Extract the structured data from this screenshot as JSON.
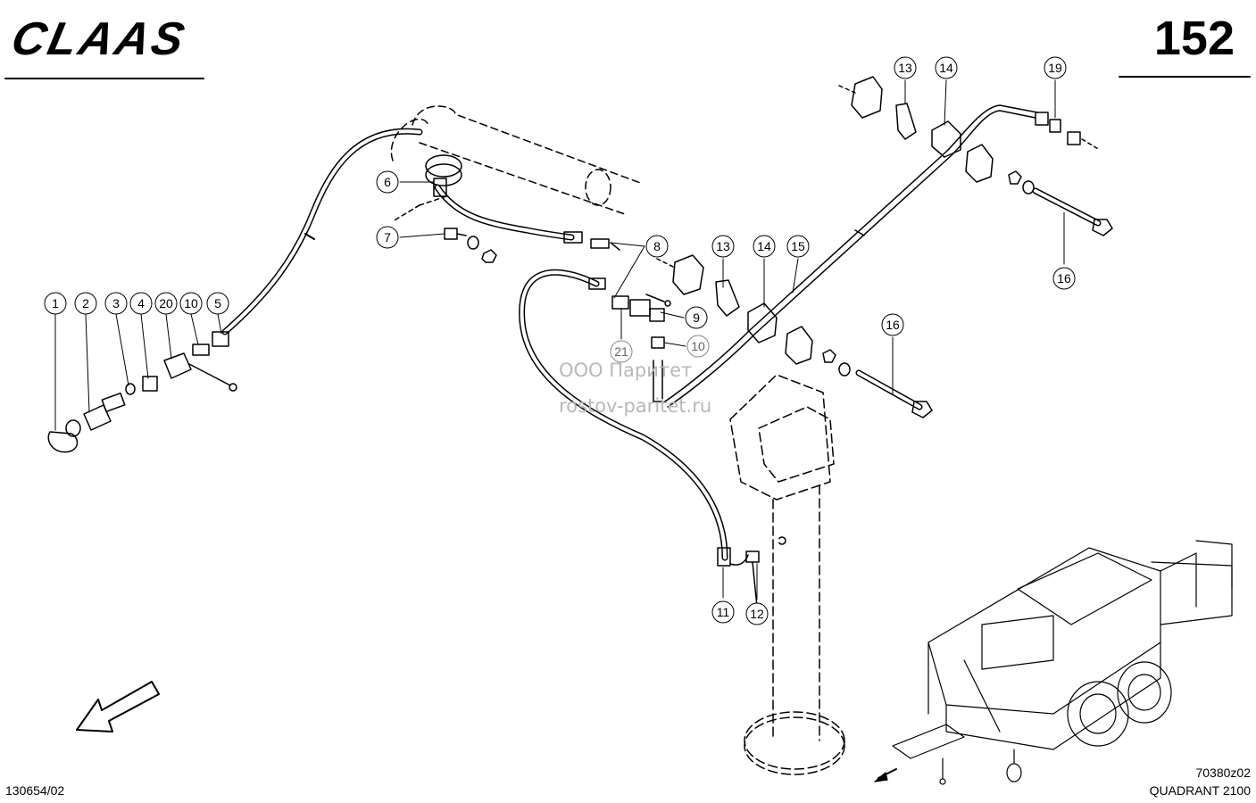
{
  "header": {
    "logo": "CLAAS",
    "page_number": "152"
  },
  "watermark": {
    "line1": "ООО Паритет",
    "line2": "rostov-paritet.ru"
  },
  "footer": {
    "drawing_code": "130654/02",
    "figure_code": "70380z02",
    "model": "QUADRANT 2100"
  },
  "callouts": [
    "1",
    "2",
    "3",
    "4",
    "20",
    "10",
    "5",
    "6",
    "7",
    "8",
    "9",
    "10",
    "21",
    "11",
    "12",
    "13",
    "14",
    "15",
    "13",
    "14",
    "19",
    "16",
    "16"
  ],
  "colors": {
    "line": "#000000",
    "watermark": "#b8b8b8"
  }
}
